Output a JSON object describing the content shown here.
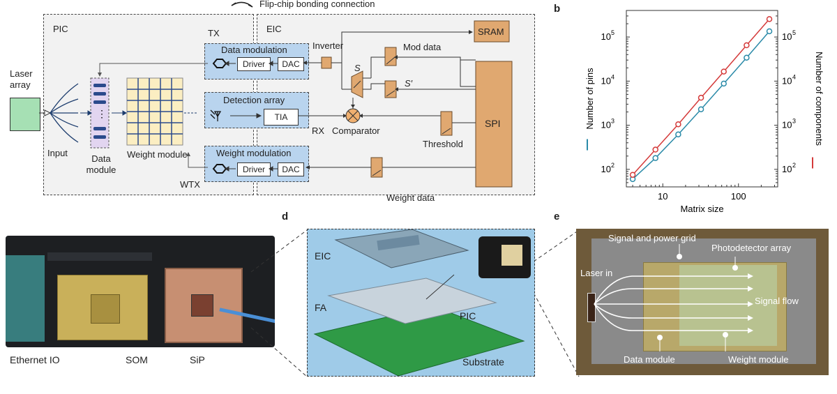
{
  "panel_a": {
    "laser_array": "Laser array",
    "input": "Input",
    "data_module": "Data module",
    "weight_module": "Weight module",
    "pic": "PIC",
    "eic": "EIC",
    "tx": "TX",
    "rx": "RX",
    "wtx": "WTX",
    "flip_chip": "Flip-chip bonding connection",
    "data_modulation": "Data modulation",
    "detection_array": "Detection array",
    "weight_modulation": "Weight modulation",
    "driver": "Driver",
    "dac": "DAC",
    "tia": "TIA",
    "inverter": "Inverter",
    "sram": "SRAM",
    "mod_data": "Mod data",
    "s": "S",
    "s_prime": "S′",
    "comparator": "Comparator",
    "threshold": "Threshold",
    "spi": "SPI",
    "weight_data": "Weight data"
  },
  "panel_b": {
    "label": "b",
    "chart_data": {
      "type": "line",
      "xlabel": "Matrix size",
      "ylabel_left": "Number of pins",
      "ylabel_right": "Number of components",
      "x_scale": "log",
      "y_scale": "log",
      "x_ticks": [
        "10",
        "100"
      ],
      "y_ticks_left": [
        "10^2",
        "10^3",
        "10^4",
        "10^5"
      ],
      "y_ticks_right": [
        "10^2",
        "10^3",
        "10^4",
        "10^5"
      ],
      "xlim": [
        3.3,
        330
      ],
      "ylim": [
        40,
        400000
      ],
      "x": [
        4,
        8,
        16,
        32,
        64,
        128,
        256
      ],
      "series": [
        {
          "name": "Number of pins",
          "color": "#2a8aa8",
          "values": [
            60,
            180,
            620,
            2300,
            8800,
            34000,
            135000
          ]
        },
        {
          "name": "Number of components",
          "color": "#d43a3a",
          "values": [
            75,
            280,
            1050,
            4200,
            16500,
            65000,
            255000
          ]
        }
      ]
    }
  },
  "panel_c": {
    "ethernet": "Ethernet IO",
    "som": "SOM",
    "sip": "SiP"
  },
  "panel_d": {
    "label": "d",
    "eic": "EIC",
    "fa": "FA",
    "pic": "PIC",
    "substrate": "Substrate"
  },
  "panel_e": {
    "label": "e",
    "signal_power": "Signal and power grid",
    "photodetector": "Photodetector array",
    "laser_in": "Laser in",
    "signal_flow": "Signal flow",
    "data_module": "Data module",
    "weight_module": "Weight module"
  }
}
